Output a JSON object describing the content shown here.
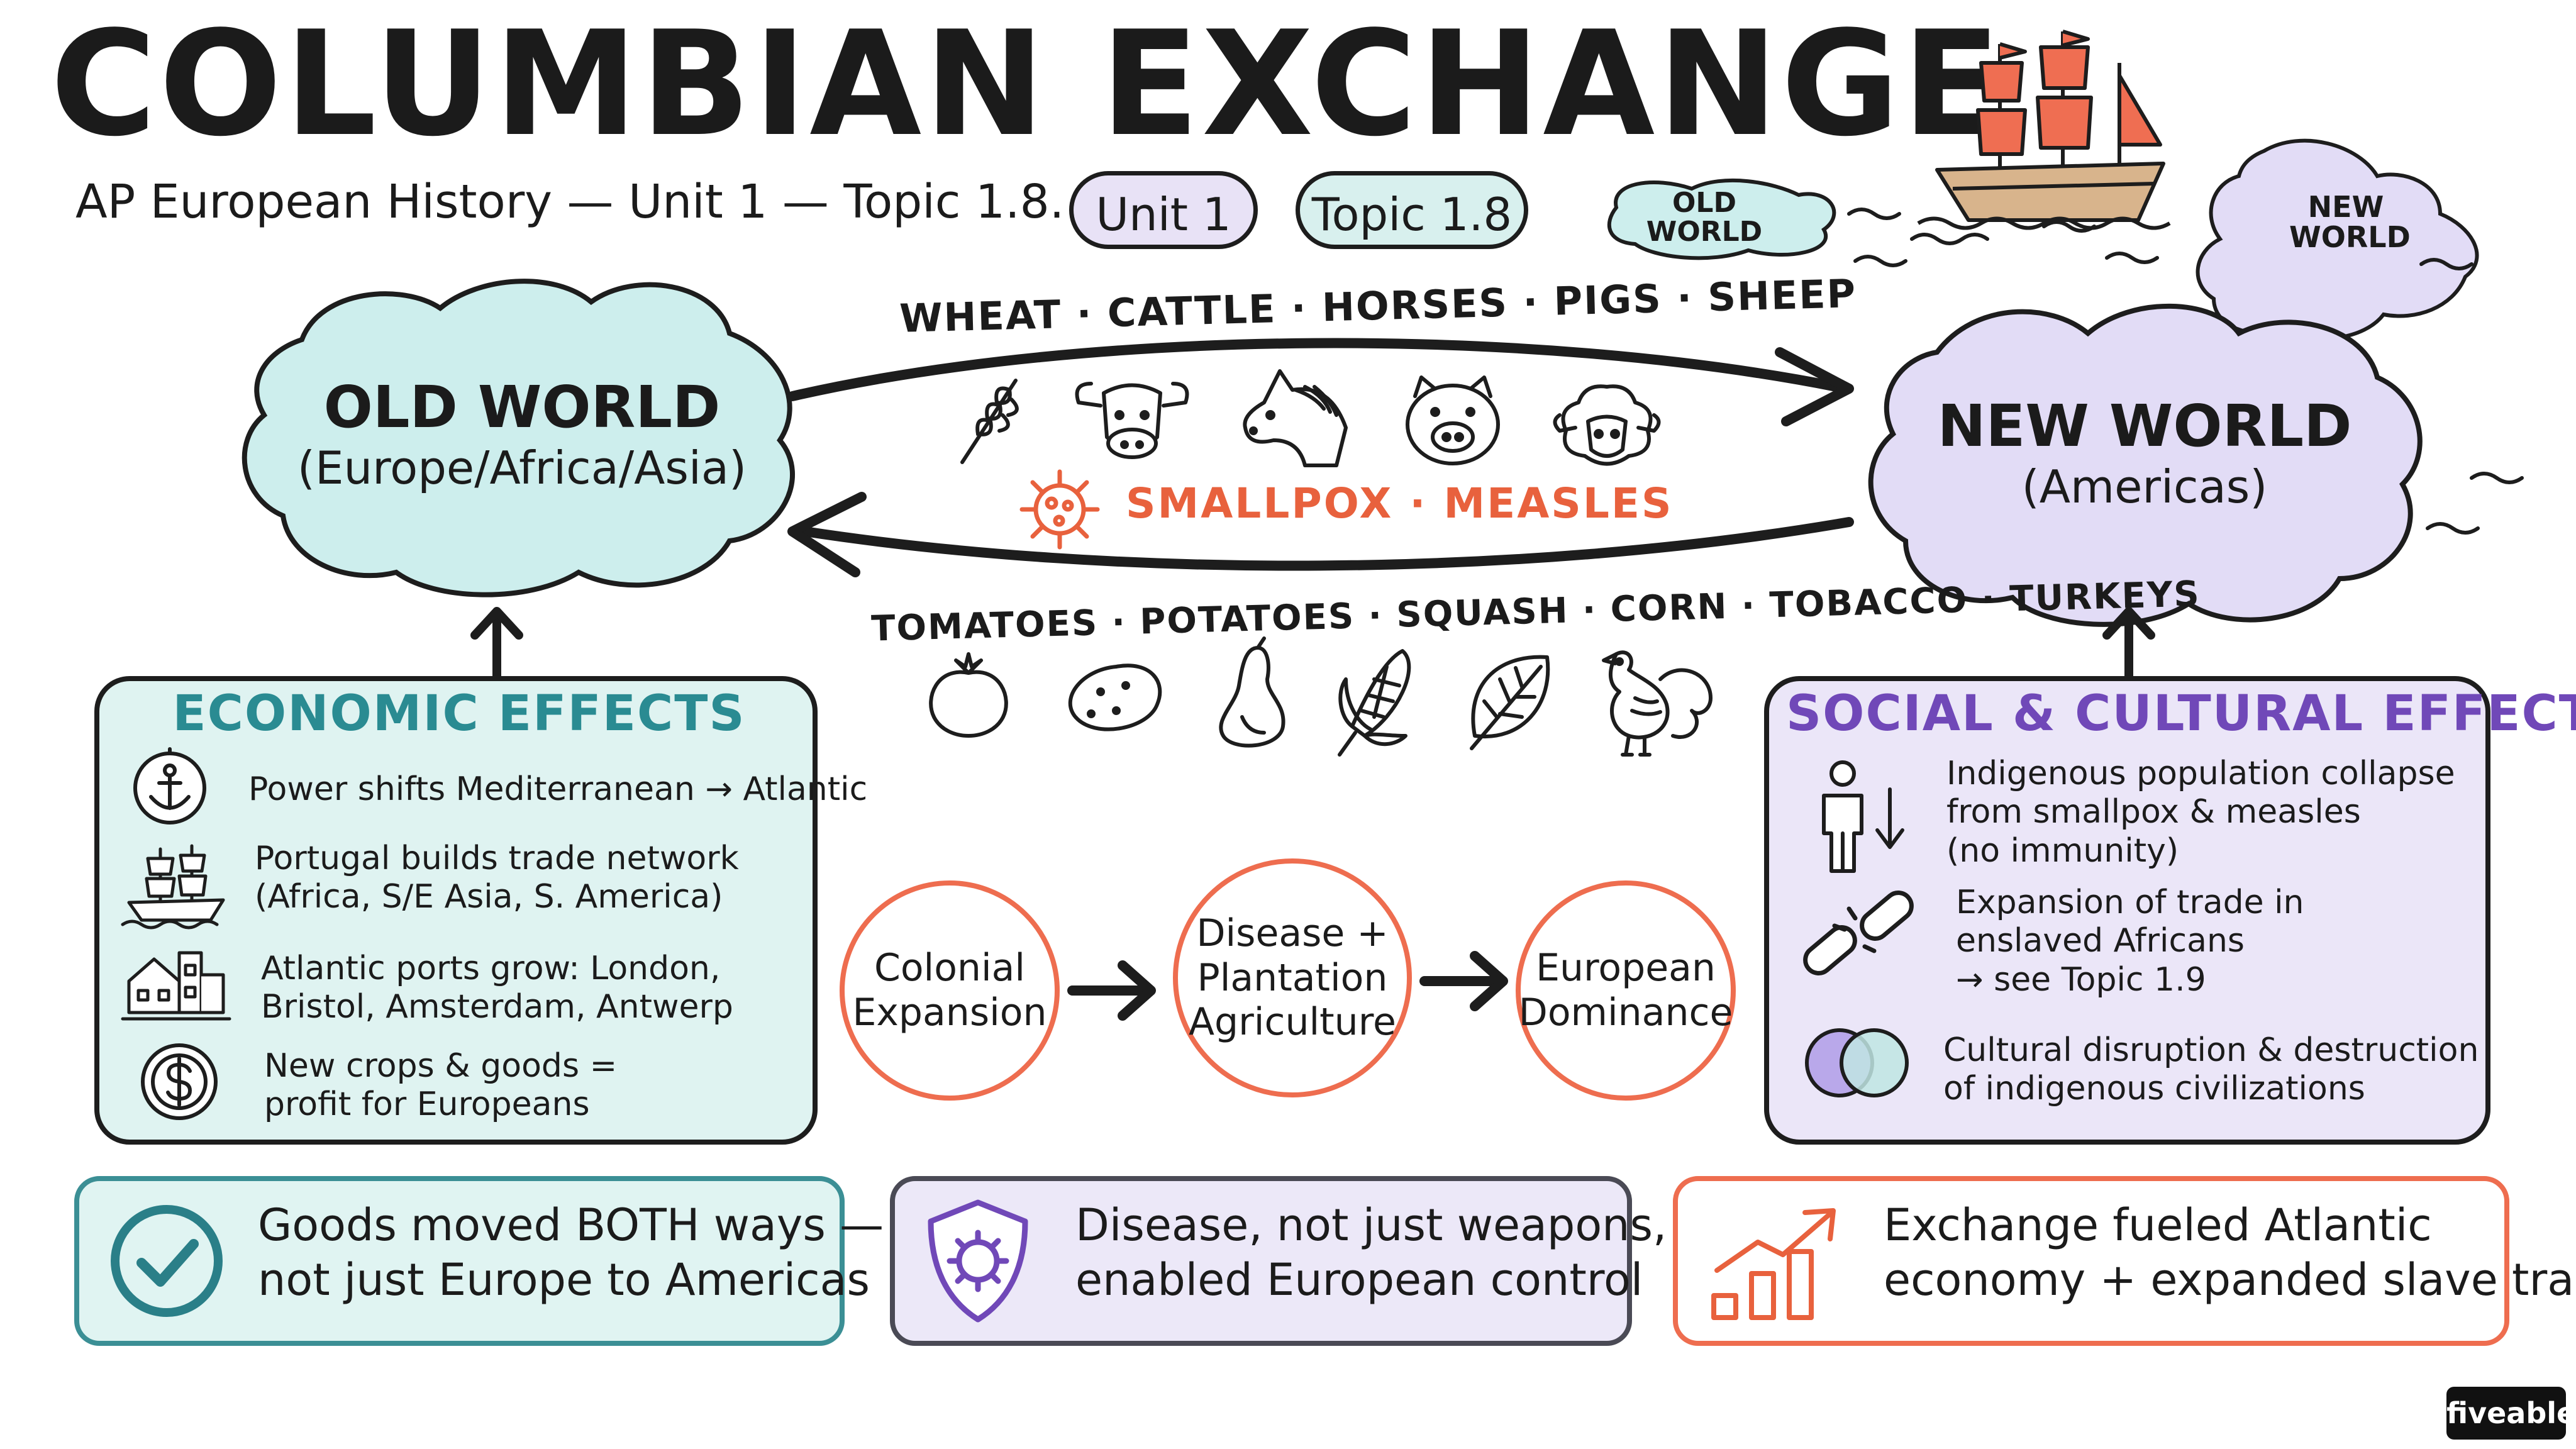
{
  "header": {
    "title": "COLUMBIAN EXCHANGE",
    "subtitle": "AP European History — Unit 1 — Topic 1.8.",
    "pill_unit": "Unit 1",
    "pill_topic": "Topic 1.8"
  },
  "mini_map": {
    "old_world": "OLD WORLD",
    "new_world": "NEW WORLD"
  },
  "old_world": {
    "name": "OLD WORLD",
    "regions": "(Europe/Africa/Asia)"
  },
  "new_world": {
    "name": "NEW WORLD",
    "regions": "(Americas)"
  },
  "routes": {
    "to_new_world": "WHEAT · CATTLE · HORSES · PIGS · SHEEP",
    "diseases": "SMALLPOX · MEASLES",
    "to_old_world": "TOMATOES · POTATOES · SQUASH · CORN · TOBACCO · TURKEYS"
  },
  "economic": {
    "heading": "ECONOMIC EFFECTS",
    "items": [
      {
        "icon": "anchor-compass-icon",
        "lines": [
          "Power shifts Mediterranean → Atlantic"
        ]
      },
      {
        "icon": "sailing-ship-icon",
        "lines": [
          "Portugal builds trade network",
          "(Africa, S/E Asia, S. America)"
        ]
      },
      {
        "icon": "port-buildings-icon",
        "lines": [
          "Atlantic ports grow: London,",
          "Bristol, Amsterdam, Antwerp"
        ]
      },
      {
        "icon": "dollar-coin-icon",
        "lines": [
          "New crops & goods =",
          "profit for Europeans"
        ]
      }
    ]
  },
  "social": {
    "heading": "SOCIAL & CULTURAL EFFECTS",
    "items": [
      {
        "icon": "population-decline-icon",
        "lines": [
          "Indigenous population collapse",
          "from smallpox & measles",
          "(no immunity)"
        ]
      },
      {
        "icon": "broken-chain-icon",
        "lines": [
          "Expansion of trade in",
          "enslaved Africans",
          "→ see Topic 1.9"
        ]
      },
      {
        "icon": "overlapping-circles-icon",
        "lines": [
          "Cultural disruption & destruction",
          "of indigenous civilizations"
        ]
      }
    ]
  },
  "flow": [
    "Colonial\nExpansion",
    "Disease +\nPlantation\nAgriculture",
    "European\nDominance"
  ],
  "takeaways": [
    {
      "icon": "checkmark-icon",
      "lines": [
        "Goods moved BOTH ways —",
        "not just Europe to Americas"
      ]
    },
    {
      "icon": "virus-shield-icon",
      "lines": [
        "Disease, not just weapons,",
        "enabled European control"
      ]
    },
    {
      "icon": "growth-chart-icon",
      "lines": [
        "Exchange fueled Atlantic",
        "economy + expanded slave trade"
      ]
    }
  ],
  "brand": "fiveable",
  "colors": {
    "teal_fill": "#cdeeed",
    "lavender_fill": "#e2dcf6",
    "teal_accent": "#2a8b92",
    "purple_accent": "#7048b8",
    "disease_orange": "#e8613d"
  }
}
